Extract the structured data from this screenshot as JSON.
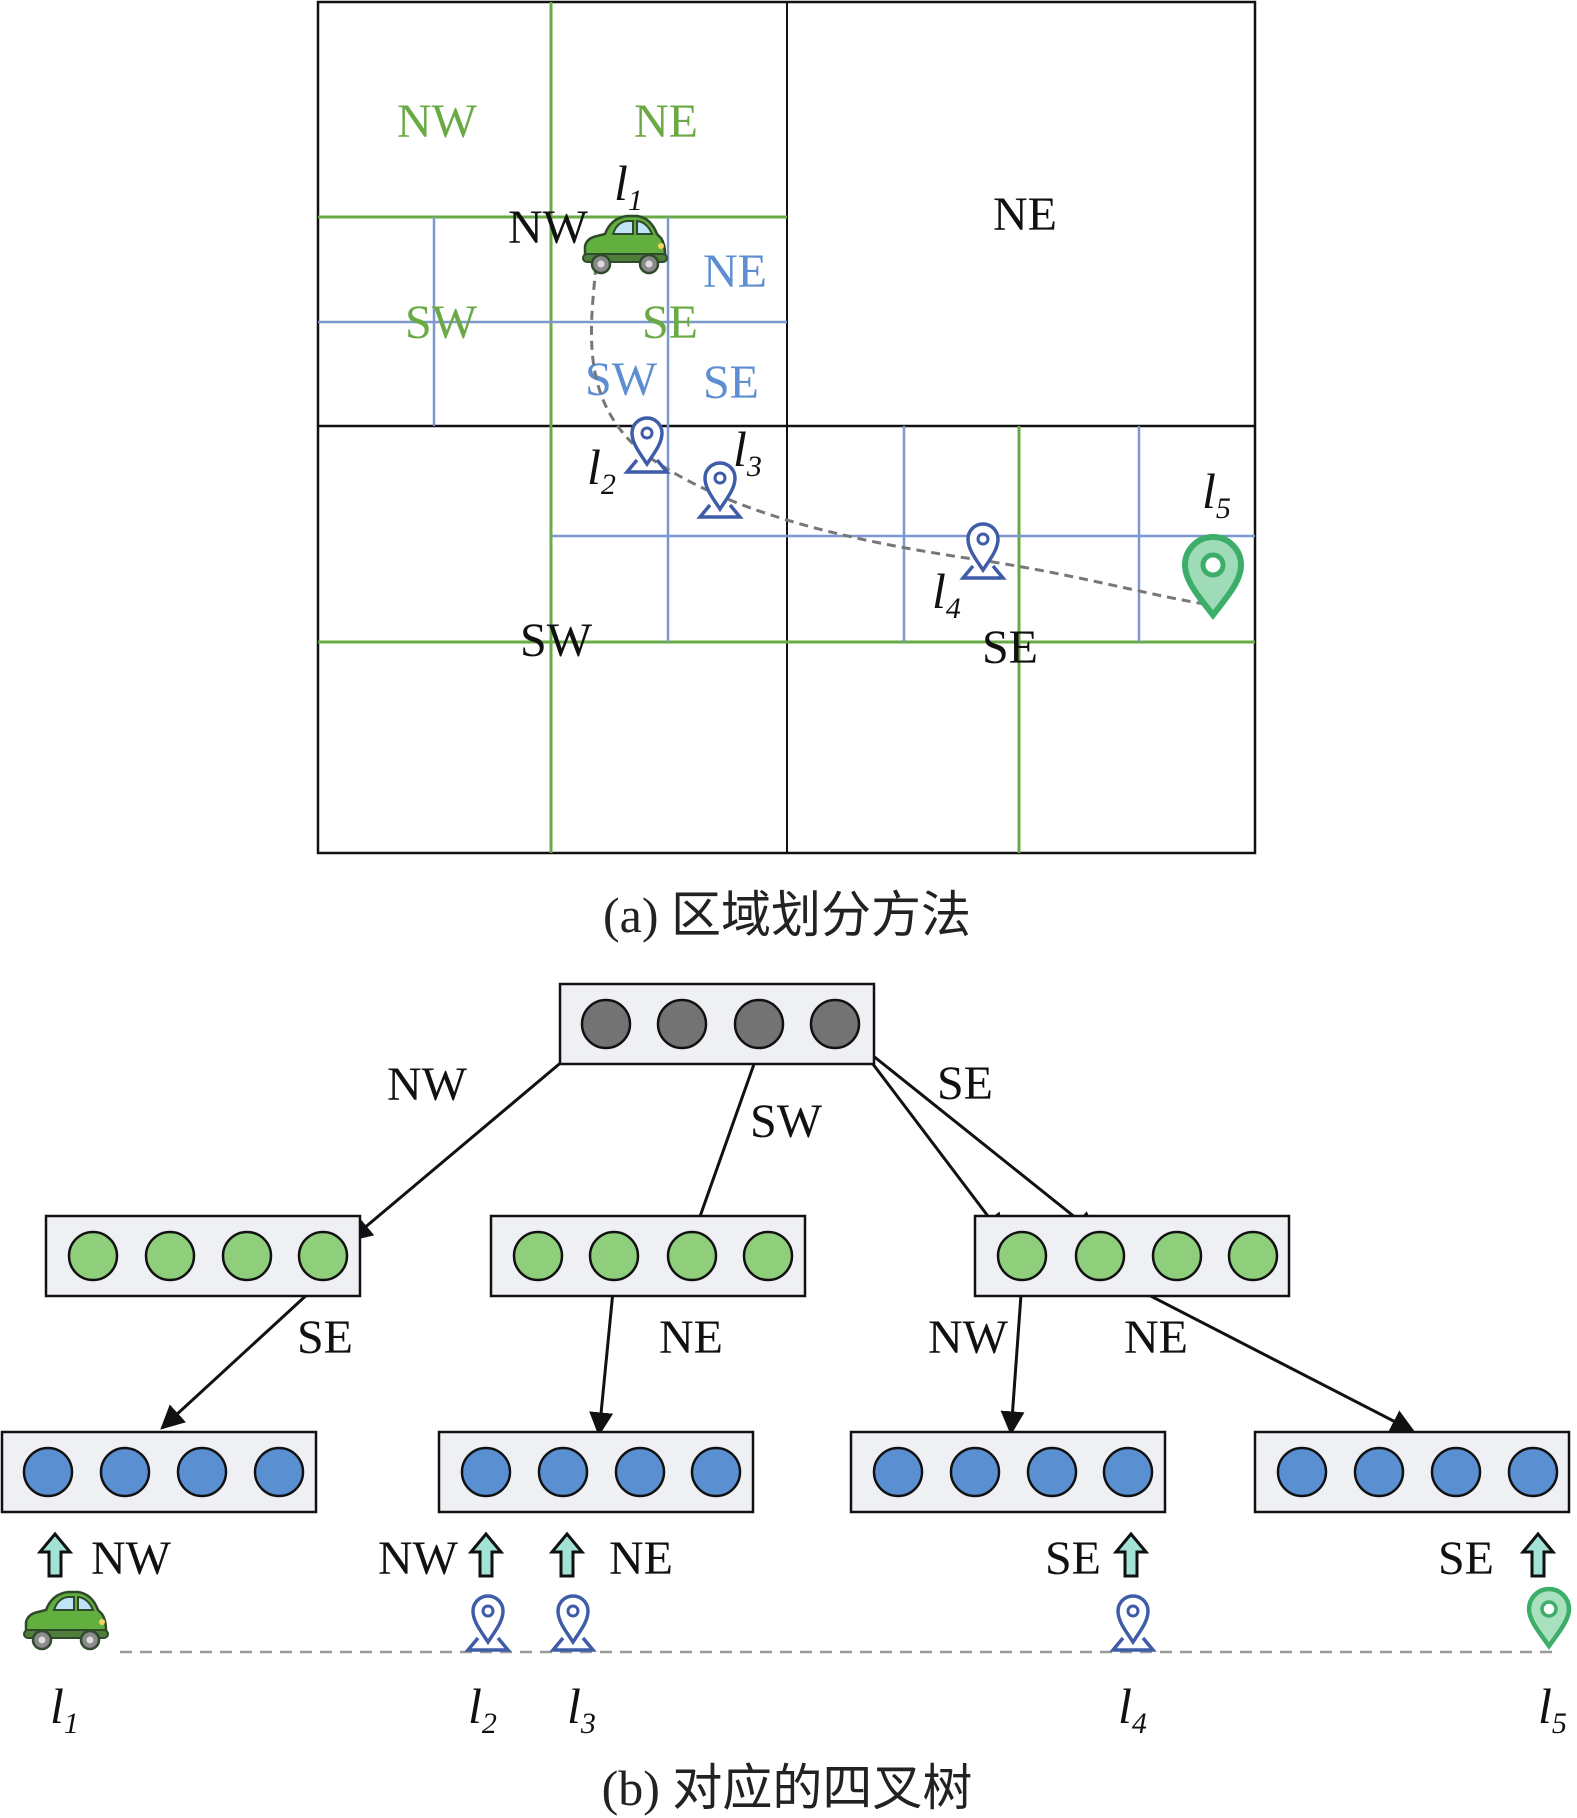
{
  "colors": {
    "black": "#111111",
    "green": "#6aaa45",
    "blue": "#7d98cf",
    "green_text": "#6aaa45",
    "blue_text": "#5e8ed1",
    "node_gray": "#737373",
    "node_green": "#8fcf7c",
    "node_blue": "#5a8fd1",
    "path": "#777777",
    "box_fill": "#eef0f4"
  },
  "region_diagram": {
    "caption": "(a) 区域划分方法",
    "black_labels": [
      "NE",
      "SW",
      "SE"
    ],
    "green_labels": [
      "NW",
      "NE",
      "SW",
      "SE"
    ],
    "nw_label": "NW",
    "blue_labels": [
      "NE",
      "SW",
      "SE"
    ],
    "locations": [
      {
        "label": "l",
        "sub": "1"
      },
      {
        "label": "l",
        "sub": "2"
      },
      {
        "label": "l",
        "sub": "3"
      },
      {
        "label": "l",
        "sub": "4"
      },
      {
        "label": "l",
        "sub": "5"
      }
    ]
  },
  "quadtree": {
    "caption": "(b) 对应的四叉树",
    "edge_labels": [
      "NW",
      "SW",
      "SE",
      "SE",
      "NE",
      "NW",
      "NE"
    ],
    "leaf_labels": [
      "NW",
      "NW",
      "NE",
      "SE",
      "SE"
    ],
    "timeline_labels": [
      {
        "label": "l",
        "sub": "1"
      },
      {
        "label": "l",
        "sub": "2"
      },
      {
        "label": "l",
        "sub": "3"
      },
      {
        "label": "l",
        "sub": "4"
      },
      {
        "label": "l",
        "sub": "5"
      }
    ]
  },
  "icons": [
    "car-icon",
    "location-pin-icon",
    "destination-pin-icon",
    "up-arrow-icon"
  ]
}
